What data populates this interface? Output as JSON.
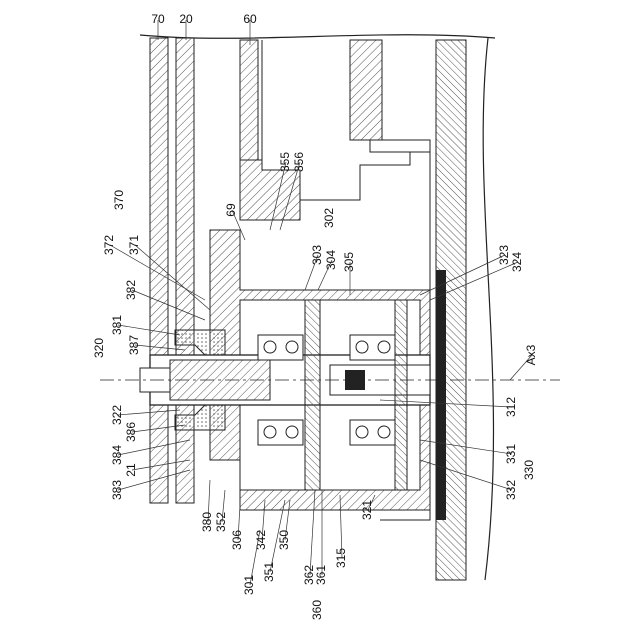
{
  "figure": {
    "reference_labels": [
      "70",
      "20",
      "60",
      "370",
      "372",
      "371",
      "382",
      "381",
      "387",
      "320",
      "322",
      "386",
      "384",
      "21",
      "383",
      "380",
      "352",
      "306",
      "342",
      "350",
      "351",
      "301",
      "362",
      "361",
      "360",
      "315",
      "321",
      "69",
      "355",
      "356",
      "302",
      "303",
      "304",
      "305",
      "323",
      "324",
      "Ax3",
      "312",
      "331",
      "332",
      "330"
    ],
    "axis_label": "Ax3",
    "colors": {
      "line": "#222222",
      "hatch": "#555555",
      "background": "#ffffff"
    }
  }
}
